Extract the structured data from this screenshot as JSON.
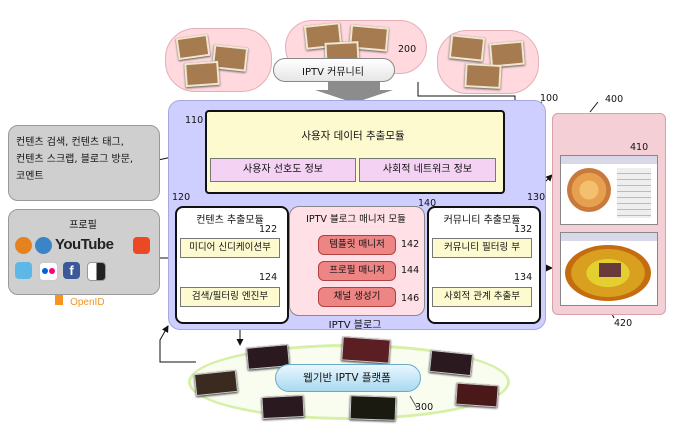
{
  "community": {
    "label": "IPTV 커뮤니티",
    "ref": "200"
  },
  "blog": {
    "label": "IPTV 블로그",
    "ref": "100"
  },
  "user_module": {
    "title": "사용자 데이터 추출모듈",
    "ref": "110",
    "pref": "사용자 선호도 정보",
    "social": "사회적 네트워크 정보"
  },
  "content_module": {
    "title": "컨텐츠 추출모듈",
    "ref": "120",
    "item1": "미디어 신디케이션부",
    "item1_ref": "122",
    "item2": "검색/필터링 엔진부",
    "item2_ref": "124"
  },
  "manager_module": {
    "title": "IPTV 블로그 매니저 모듈",
    "ref": "140",
    "item1": "템플릿 매니저",
    "item1_ref": "142",
    "item2": "프로필 매니저",
    "item2_ref": "144",
    "item3": "채널 생성기",
    "item3_ref": "146"
  },
  "community_module": {
    "title": "커뮤니티 추출모듈",
    "ref": "130",
    "item1": "커뮤니티 필터링 부",
    "item1_ref": "132",
    "item2": "사회적 관계 추출부",
    "item2_ref": "134"
  },
  "search_box": {
    "line1": "컨텐츠 검색, 컨텐츠 태그,",
    "line2": "컨텐츠 스크랩, 블로그 방문,",
    "line3": "코멘트"
  },
  "profile_box": {
    "title": "프로필",
    "youtube": "YouTube",
    "openid": "OpenID"
  },
  "screens": {
    "ref": "400",
    "top_ref": "410",
    "bottom_ref": "420"
  },
  "platform": {
    "label": "웹기반 IPTV 플랫폼",
    "ref": "300"
  }
}
